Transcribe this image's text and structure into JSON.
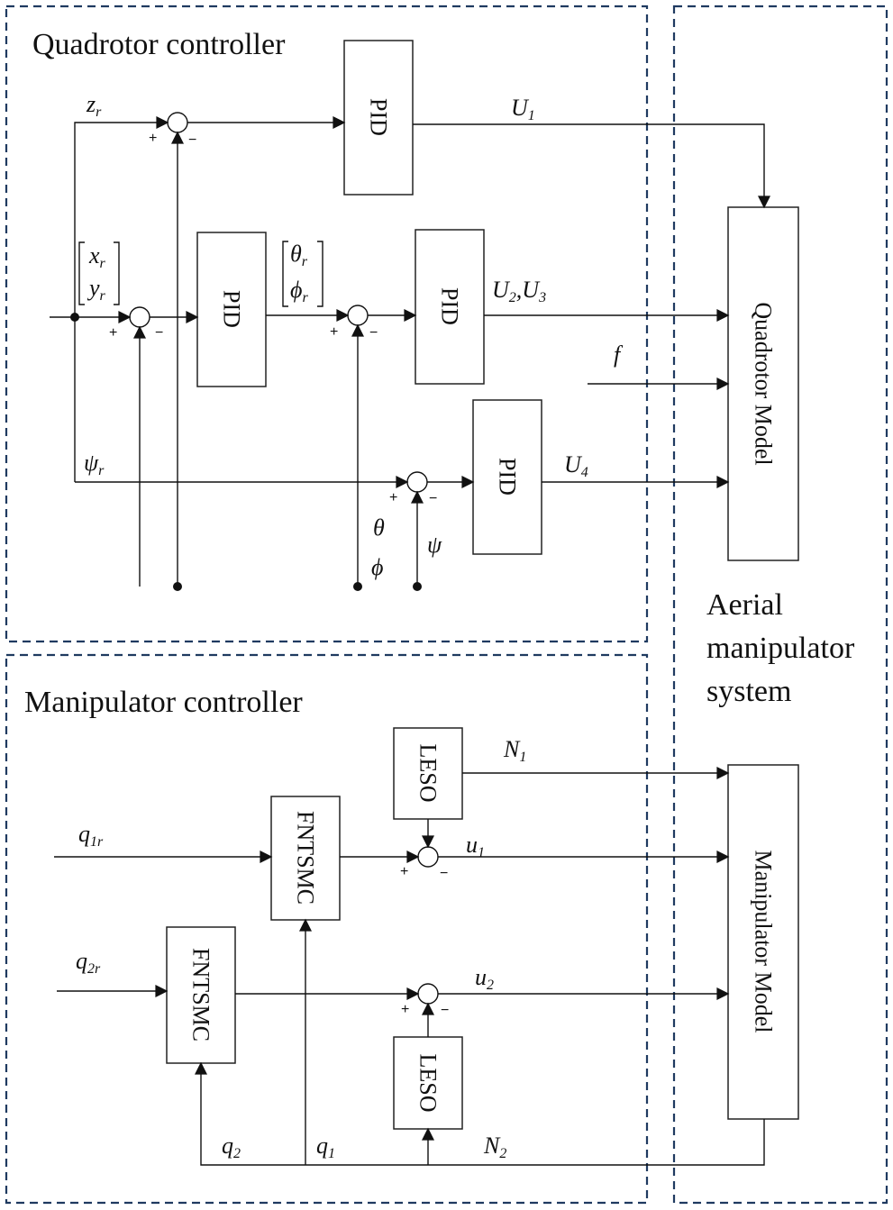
{
  "regions": {
    "quad": "Quadrotor controller",
    "manip": "Manipulator controller",
    "system": [
      "Aerial",
      "manipulator",
      "system"
    ]
  },
  "blocks": {
    "pid_z": "PID",
    "pid_xy": "PID",
    "pid_att": "PID",
    "pid_yaw": "PID",
    "quad_model": "Quadrotor Model",
    "leso1": "LESO",
    "fntsmc1": "FNTSMC",
    "fntsmc2": "FNTSMC",
    "leso2": "LESO",
    "manip_model": "Manipulator Model"
  },
  "signals": {
    "zr": "z",
    "zr_sub": "r",
    "U1": "U",
    "U1_sub": "1",
    "xr": "x",
    "xr_sub": "r",
    "yr": "y",
    "yr_sub": "r",
    "thr": "θ",
    "thr_sub": "r",
    "phr": "ϕ",
    "phr_sub": "r",
    "U2": "U",
    "U2_sub": "2",
    "comma": ",",
    "U3": "U",
    "U3_sub": "3",
    "f": "f",
    "psr": "ψ",
    "psr_sub": "r",
    "U4": "U",
    "U4_sub": "4",
    "theta": "θ",
    "phi": "ϕ",
    "psi": "ψ",
    "N1": "N",
    "N1_sub": "1",
    "q1r": "q",
    "q1r_sub": "1r",
    "u1": "u",
    "u1_sub": "1",
    "q2r": "q",
    "q2r_sub": "2r",
    "u2": "u",
    "u2_sub": "2",
    "q2": "q",
    "q2_sub": "2",
    "q1": "q",
    "q1_sub": "1",
    "N2": "N",
    "N2_sub": "2"
  },
  "signs": {
    "plus": "+",
    "minus": "−"
  }
}
